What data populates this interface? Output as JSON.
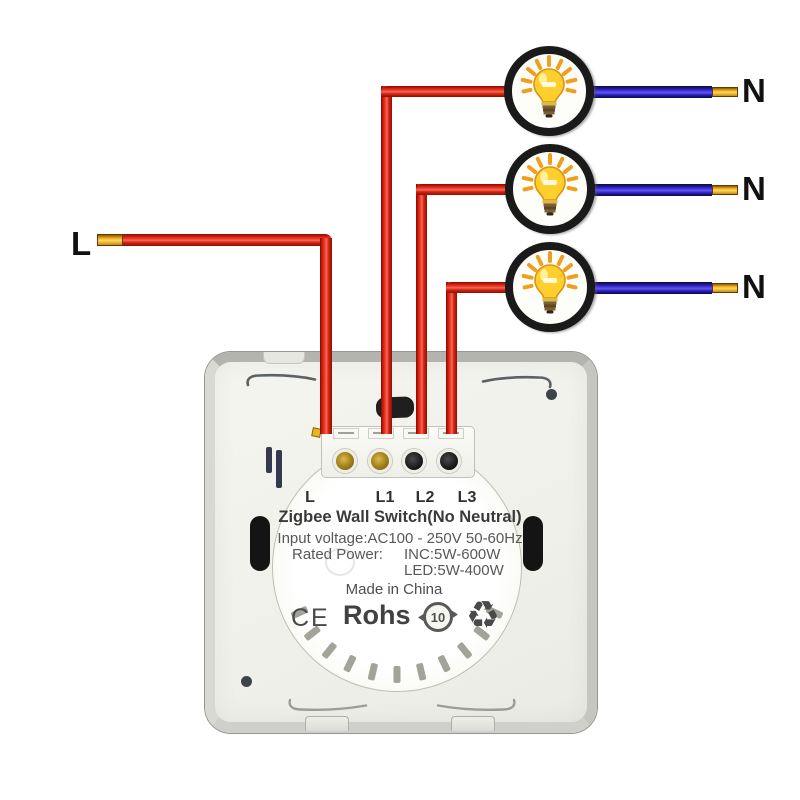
{
  "source": {
    "live_label": "L"
  },
  "neutral_labels": [
    "N",
    "N",
    "N"
  ],
  "lamps": {
    "count": 3,
    "icon": "light-bulb"
  },
  "device": {
    "terminals": [
      "L",
      "L1",
      "L2",
      "L3"
    ],
    "title": "Zigbee Wall Switch(No Neutral)",
    "specs": {
      "input_voltage": "Input voltage:AC100 - 250V 50-60Hz",
      "rated_power_label": "Rated Power:",
      "rated_inc": "INC:5W-600W",
      "rated_led": "LED:5W-400W"
    },
    "origin": "Made in China",
    "certifications": {
      "ce": "CE",
      "rohs": "Rohs",
      "epup_years": "10",
      "recycle_icon": "♻"
    }
  },
  "colors": {
    "live_wire": "#d42012",
    "neutral_wire": "#2c21c8",
    "wire_tip": "#f0a722",
    "bulb_yellow": "#ffd23e",
    "plate": "#f2f2ec"
  }
}
